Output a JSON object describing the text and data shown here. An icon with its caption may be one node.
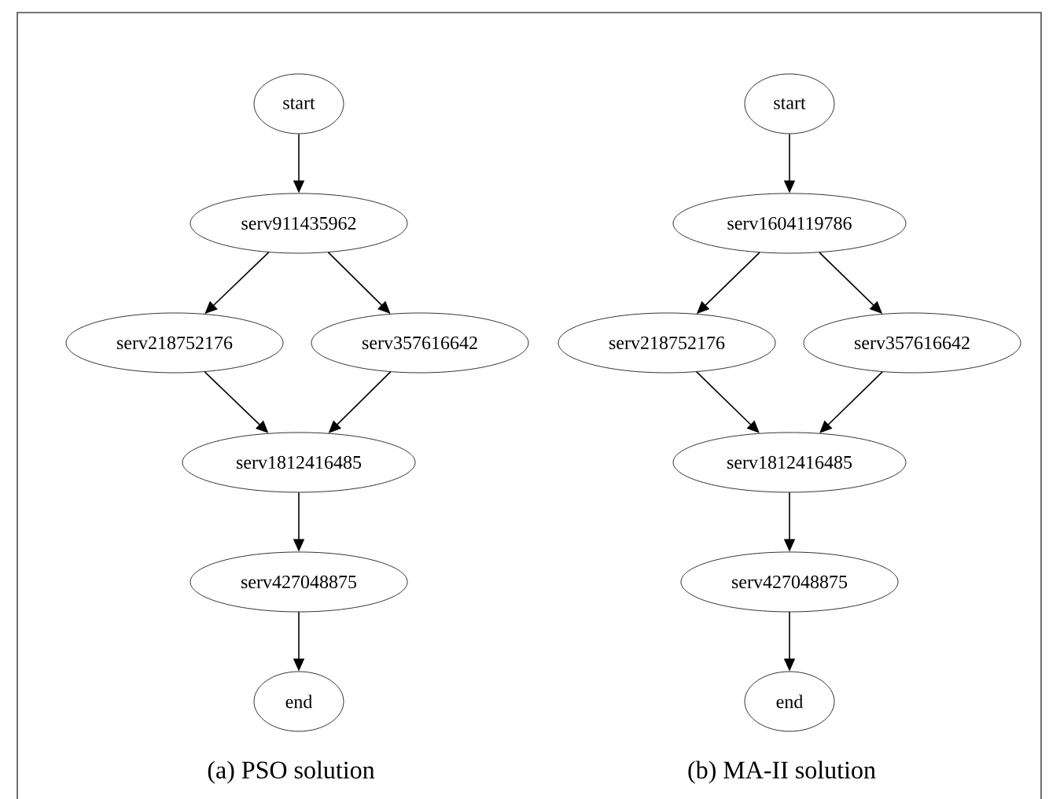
{
  "diagram": {
    "nodes": [
      {
        "text": [
          "start"
        ]
      },
      {
        "text": [
          "serv911435962"
        ]
      },
      {
        "text": [
          "serv218752176"
        ]
      },
      {
        "text": [
          "serv357616642"
        ]
      },
      {
        "text": [
          "serv1812416485"
        ]
      },
      {
        "text": [
          "serv427048875"
        ]
      },
      {
        "text": [
          "end"
        ]
      },
      {
        "text": [
          "start"
        ]
      },
      {
        "text": [
          "serv1604119786"
        ]
      },
      {
        "text": [
          "serv218752176"
        ]
      },
      {
        "text": [
          "serv357616642"
        ]
      },
      {
        "text": [
          "serv1812416485"
        ]
      },
      {
        "text": [
          "serv427048875"
        ]
      },
      {
        "text": [
          "end"
        ]
      }
    ],
    "edges": [
      {
        "from": 0,
        "to": 1,
        "arrow": "to"
      },
      {
        "from": 1,
        "to": 2,
        "arrow": "to"
      },
      {
        "from": 1,
        "to": 3,
        "arrow": "to"
      },
      {
        "from": 2,
        "to": 4,
        "arrow": "to"
      },
      {
        "from": 3,
        "to": 4,
        "arrow": "to"
      },
      {
        "from": 4,
        "to": 5,
        "arrow": "to"
      },
      {
        "from": 5,
        "to": 6,
        "arrow": "to"
      },
      {
        "from": 7,
        "to": 8,
        "arrow": "to"
      },
      {
        "from": 8,
        "to": 9,
        "arrow": "to"
      },
      {
        "from": 8,
        "to": 10,
        "arrow": "to"
      },
      {
        "from": 9,
        "to": 11,
        "arrow": "to"
      },
      {
        "from": 10,
        "to": 11,
        "arrow": "to"
      },
      {
        "from": 11,
        "to": 12,
        "arrow": "to"
      },
      {
        "from": 12,
        "to": 13,
        "arrow": "to"
      }
    ],
    "labels": [
      "(a) PSO solution",
      "(b) MA-II solution"
    ]
  }
}
